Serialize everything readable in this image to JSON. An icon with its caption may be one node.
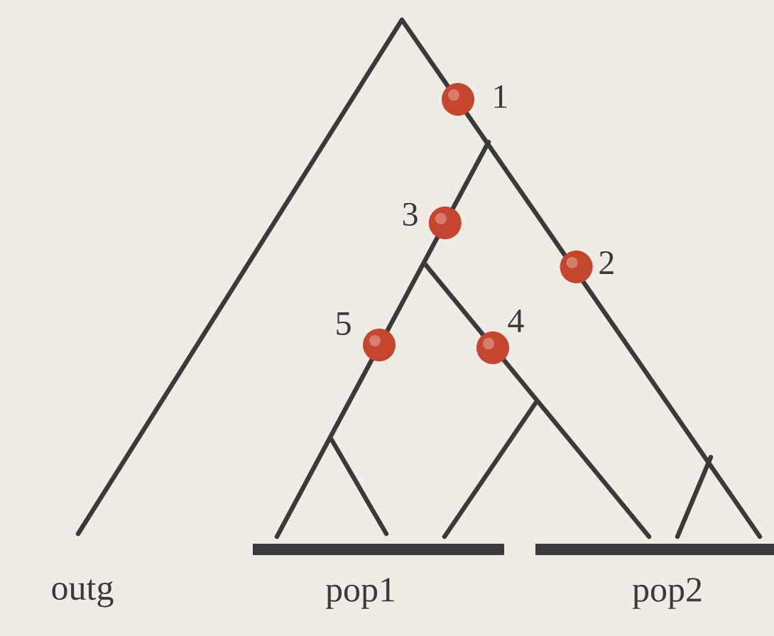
{
  "diagram": {
    "labels": [
      "1",
      "3",
      "2",
      "5",
      "4",
      "outg",
      "pop1",
      "pop2"
    ]
  }
}
